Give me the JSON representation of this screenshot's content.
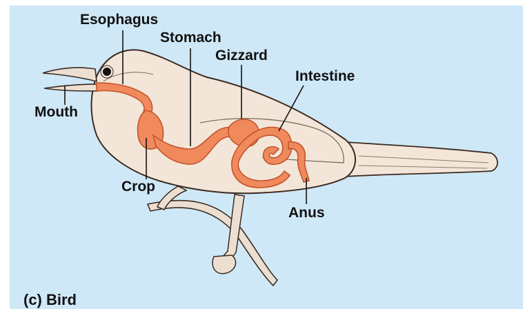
{
  "figure": {
    "caption": "(c) Bird",
    "colors": {
      "background": "#cfe8f7",
      "body": "#f3e6d8",
      "digestive_tract": "#f08a5d",
      "outline": "#3a2a20"
    }
  },
  "labels": {
    "esophagus": "Esophagus",
    "stomach": "Stomach",
    "gizzard": "Gizzard",
    "intestine": "Intestine",
    "mouth": "Mouth",
    "crop": "Crop",
    "anus": "Anus"
  }
}
